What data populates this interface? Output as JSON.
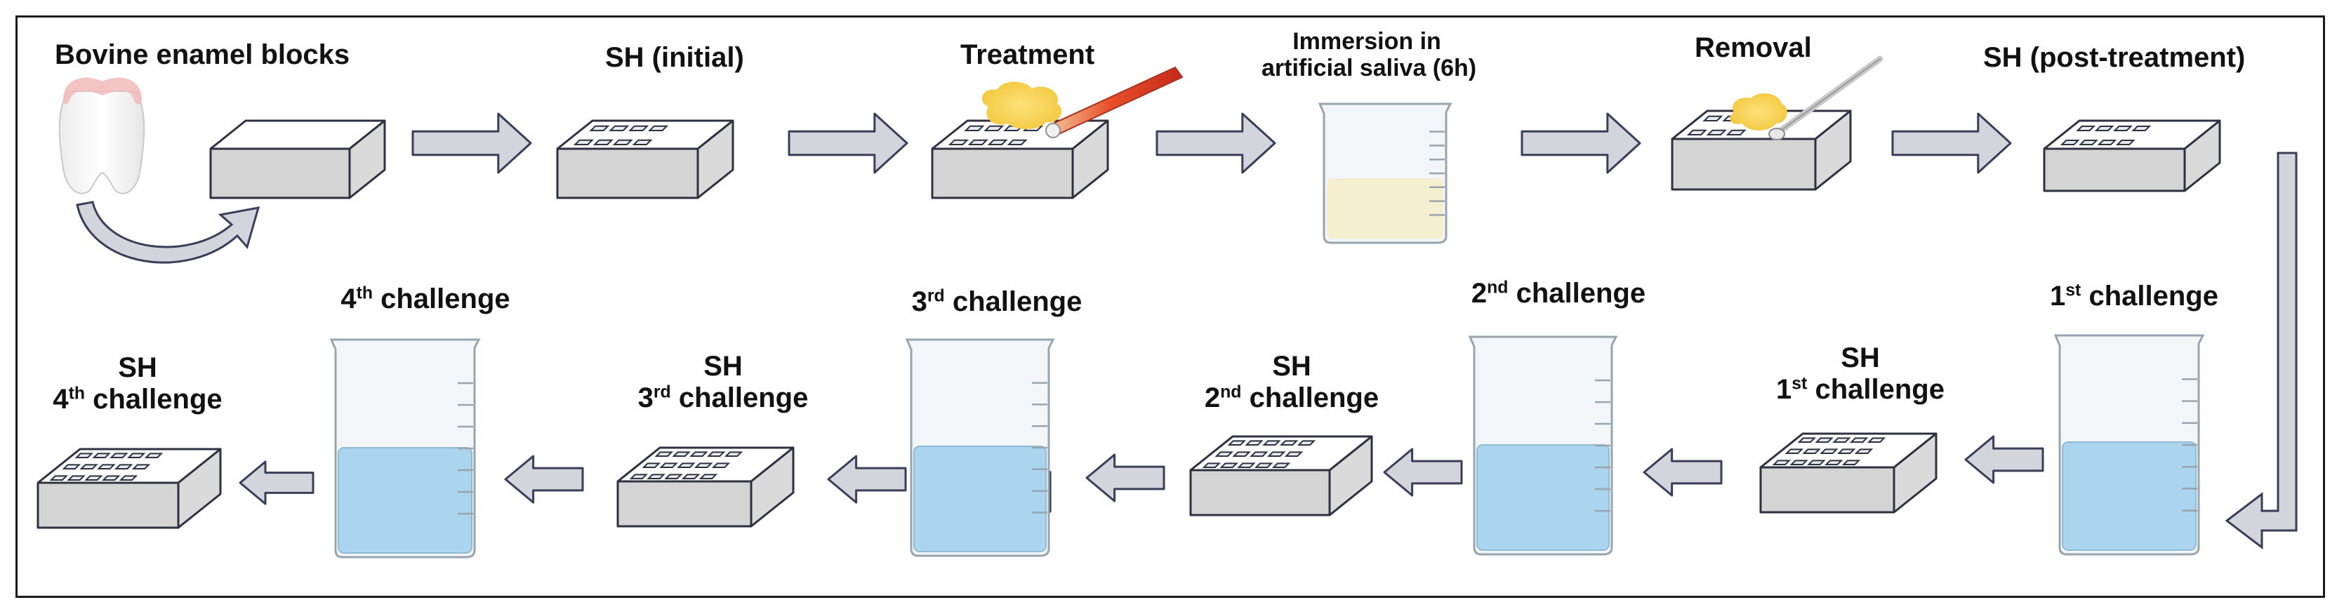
{
  "title": "",
  "top_row": {
    "s1_label": "Bovine enamel blocks",
    "s2_label": "SH (initial)",
    "s3_label": "Treatment",
    "s4_line1": "Immersion in",
    "s4_line2": "artificial saliva (6h)",
    "s5_label": "Removal",
    "s6_label": "SH (post-treatment)"
  },
  "bottom_row": {
    "c1_num": "1",
    "c1_sup": "st",
    "c1_word": "challenge",
    "sh1_top": "SH",
    "sh1_num": "1",
    "sh1_sup": "st",
    "sh1_word": "challenge",
    "c2_num": "2",
    "c2_sup": "nd",
    "c2_word": "challenge",
    "sh2_top": "SH",
    "sh2_num": "2",
    "sh2_sup": "nd",
    "sh2_word": "challenge",
    "c3_num": "3",
    "c3_sup": "rd",
    "c3_word": "challenge",
    "sh3_top": "SH",
    "sh3_num": "3",
    "sh3_sup": "rd",
    "sh3_word": "challenge",
    "c4_num": "4",
    "c4_sup": "th",
    "c4_word": "challenge",
    "sh4_top": "SH",
    "sh4_num": "4",
    "sh4_sup": "th",
    "sh4_word": "challenge"
  },
  "colors": {
    "block_top": "#ffffff",
    "block_front": "#d4d4d4",
    "block_side": "#dadada",
    "outline": "#2f3140",
    "arrow_fill": "#d3d4dc",
    "arrow_stroke": "#3a3e58",
    "saliva": "#f4edcc",
    "challenge_liquid": "#a8d4ee",
    "treatment_gel": "#f6d35a"
  }
}
